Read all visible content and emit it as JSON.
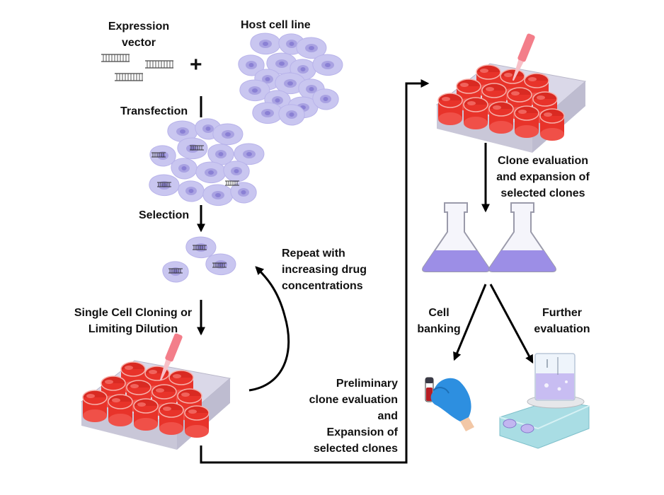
{
  "labels": {
    "expression_vector_line1": "Expression",
    "expression_vector_line2": "vector",
    "plus": "+",
    "host_cell_line": "Host cell line",
    "transfection": "Transfection",
    "selection": "Selection",
    "repeat_line1": "Repeat with",
    "repeat_line2": "increasing drug",
    "repeat_line3": "concentrations",
    "single_cell_line1": "Single Cell Cloning or",
    "single_cell_line2": "Limiting Dilution",
    "prelim_line1": "Preliminary",
    "prelim_line2": "clone evaluation",
    "prelim_line3": "and",
    "prelim_line4": "Expansion of",
    "prelim_line5": "selected clones",
    "clone_eval_line1": "Clone evaluation",
    "clone_eval_line2": "and expansion of",
    "clone_eval_line3": "selected clones",
    "cell_banking_line1": "Cell",
    "cell_banking_line2": "banking",
    "further_line1": "Further",
    "further_line2": "evaluation"
  },
  "icons": [
    "dna-vector-icon",
    "host-cells-icon",
    "transfected-cells-icon",
    "selected-cells-icon",
    "well-plate-icon",
    "pipette-icon",
    "shake-flask-icon",
    "gloved-hand-vial-icon",
    "stirrer-beaker-icon",
    "flow-arrow-icon",
    "repeat-loop-arrow-icon"
  ],
  "colors": {
    "cell_fill": "#c9c6f0",
    "cell_nucleus": "#9a93dc",
    "medium_red": "#e8332a",
    "flask_liquid": "#9c8ee6",
    "glove_blue": "#2d8fe0",
    "arrow": "#000000"
  }
}
